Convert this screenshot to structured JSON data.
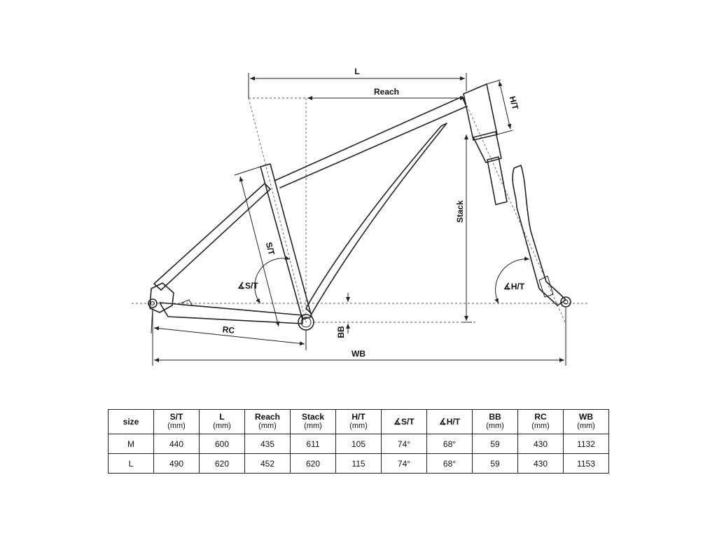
{
  "diagram": {
    "labels": {
      "l": "L",
      "reach": "Reach",
      "ht": "H/T",
      "stack": "Stack",
      "st": "S/T",
      "st_angle": "∡S/T",
      "ht_angle": "∡H/T",
      "rc": "RC",
      "bb": "BB",
      "wb": "WB"
    }
  },
  "table": {
    "headers": [
      {
        "label": "size",
        "unit": ""
      },
      {
        "label": "S/T",
        "unit": "(mm)"
      },
      {
        "label": "L",
        "unit": "(mm)"
      },
      {
        "label": "Reach",
        "unit": "(mm)"
      },
      {
        "label": "Stack",
        "unit": "(mm)"
      },
      {
        "label": "H/T",
        "unit": "(mm)"
      },
      {
        "label": "∡S/T",
        "unit": ""
      },
      {
        "label": "∡H/T",
        "unit": ""
      },
      {
        "label": "BB",
        "unit": "(mm)"
      },
      {
        "label": "RC",
        "unit": "(mm)"
      },
      {
        "label": "WB",
        "unit": "(mm)"
      }
    ],
    "rows": [
      [
        "M",
        "440",
        "600",
        "435",
        "611",
        "105",
        "74°",
        "68°",
        "59",
        "430",
        "1132"
      ],
      [
        "L",
        "490",
        "620",
        "452",
        "620",
        "115",
        "74°",
        "68°",
        "59",
        "430",
        "1153"
      ]
    ]
  }
}
